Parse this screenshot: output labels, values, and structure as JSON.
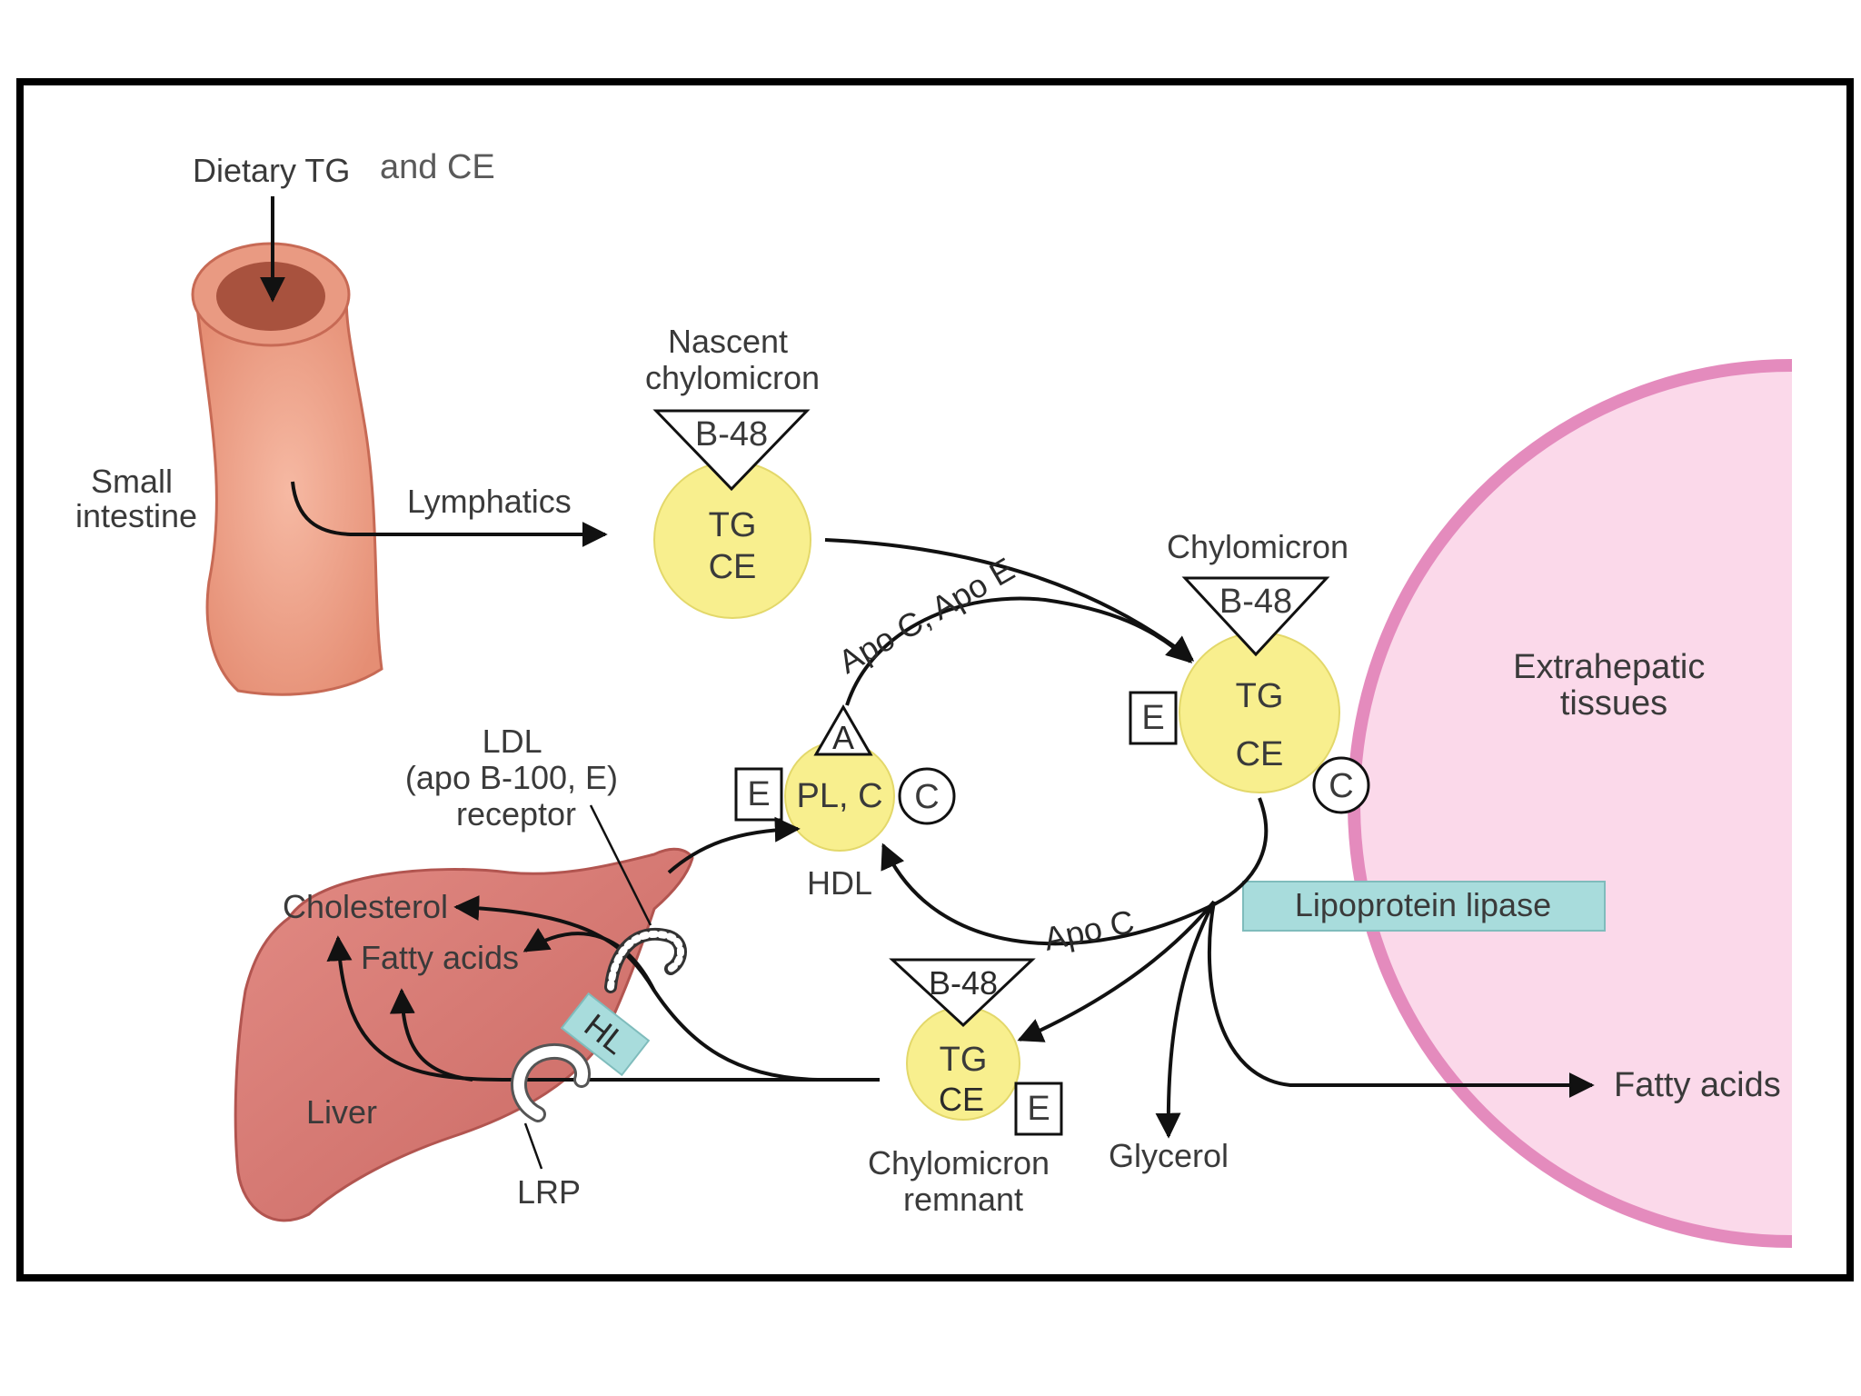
{
  "labels": {
    "dietary_a": "Dietary TG",
    "dietary_b": "and CE",
    "small_intestine": [
      "Small",
      "intestine"
    ],
    "lymphatics": "Lymphatics",
    "nascent_chylomicron": [
      "Nascent",
      "chylomicron"
    ],
    "chylomicron": "Chylomicron",
    "extrahepatic_tissues": [
      "Extrahepatic",
      "tissues"
    ],
    "apo_c_apo_e": "Apo C, Apo E",
    "ldl_receptor": [
      "LDL",
      "(apo B-100, E)",
      "receptor"
    ],
    "hdl": "HDL",
    "apo_c": "Apo C",
    "lipoprotein_lipase": "Lipoprotein lipase",
    "cholesterol": "Cholesterol",
    "liver_fatty_acids": "Fatty acids",
    "liver": "Liver",
    "hl": "HL",
    "lrp": "LRP",
    "chylomicron_remnant": [
      "Chylomicron",
      "remnant"
    ],
    "glycerol": "Glycerol",
    "fatty_acids_out": "Fatty acids"
  },
  "particles": {
    "nascent": {
      "apo": "B-48",
      "core": [
        "TG",
        "CE"
      ]
    },
    "chylomicron": {
      "apo": "B-48",
      "core": [
        "TG",
        "CE"
      ],
      "side_left": "E",
      "side_right": "C"
    },
    "hdl": {
      "top": "A",
      "core": "PL, C",
      "side_left": "E",
      "side_right": "C"
    },
    "remnant": {
      "apo": "B-48",
      "core": [
        "TG",
        "CE"
      ],
      "side_right": "E"
    }
  },
  "colors": {
    "particle_fill": "#f8ef8e",
    "intestine_fill": "#f2a890",
    "liver_fill": "#d97c76",
    "tissue_fill": "#fbd9ea",
    "tissue_border": "#e48bbd",
    "enzyme_box": "#a8dcdc"
  }
}
